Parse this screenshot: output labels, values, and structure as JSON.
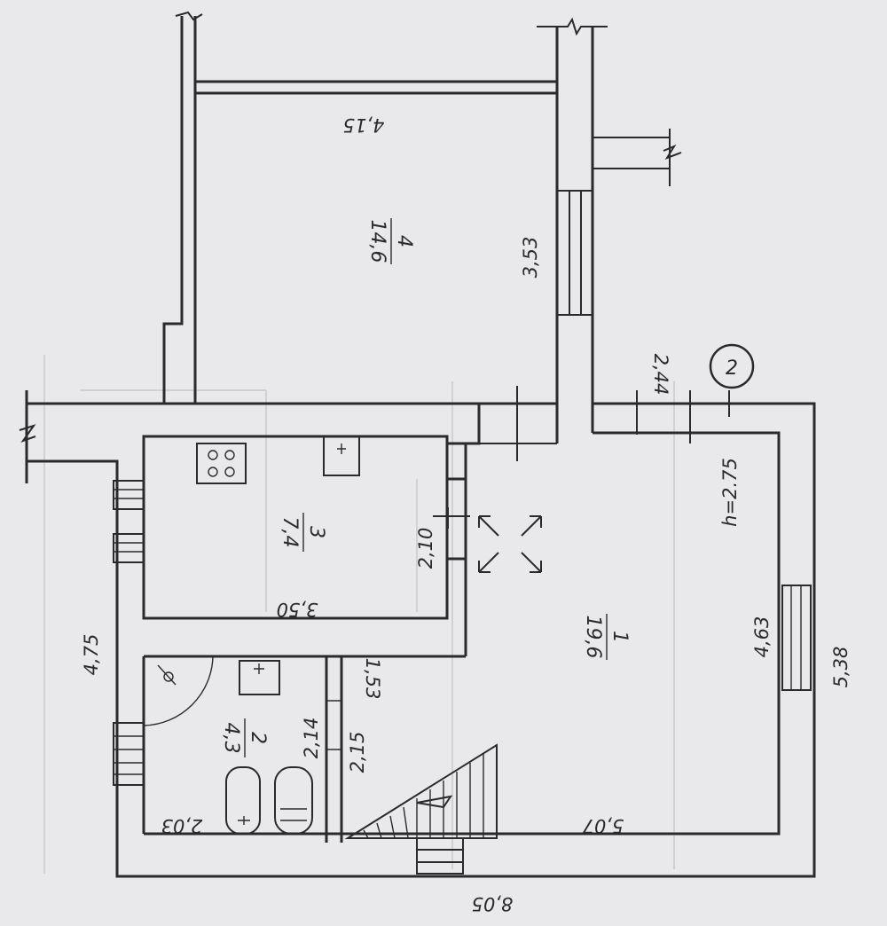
{
  "rooms": [
    {
      "number": "1",
      "area": "19,6"
    },
    {
      "number": "2",
      "area": "4,3"
    },
    {
      "number": "3",
      "area": "7,4"
    },
    {
      "number": "4",
      "area": "14,6"
    }
  ],
  "dimensions": {
    "room4_top": "4,15",
    "room4_side": "3,53",
    "corridor": "2,44",
    "height": "h=2.75",
    "kitchen_side": "2,10",
    "kitchen_bottom": "3,50",
    "left_total": "4,75",
    "right_room": "4,63",
    "right_total": "5,38",
    "bath_partition": "1,53",
    "bath_side_a": "2,14",
    "bath_side_b": "2,15",
    "bath_bottom": "2,03",
    "room1_bottom": "5,07",
    "total_bottom": "8,05"
  },
  "marker": "2"
}
